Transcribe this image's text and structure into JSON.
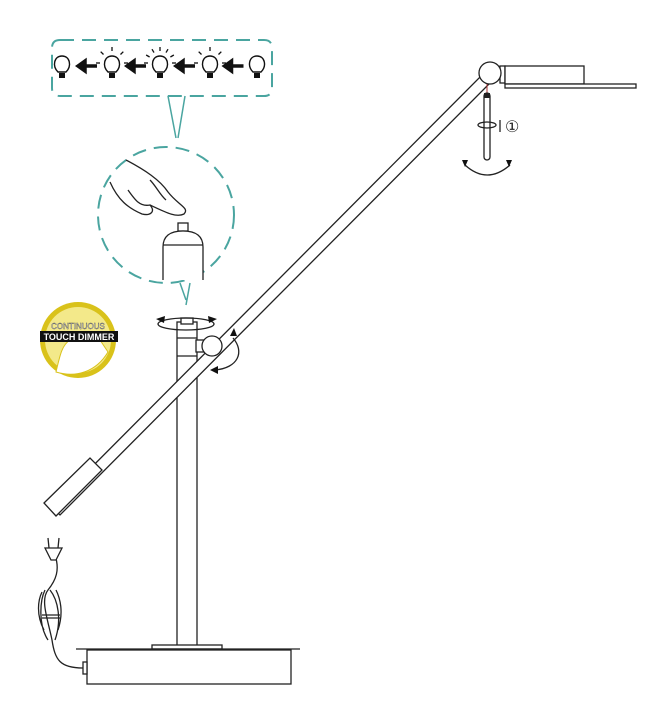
{
  "badge": {
    "line1": "CONTINUOUS",
    "line2": "TOUCH DIMMER",
    "color_outer": "#d9c21a",
    "color_inner": "#f3e98a"
  },
  "rotation_label": "①",
  "dimmer_steps": [
    "off",
    "low",
    "high",
    "low",
    "off"
  ],
  "accent_color": "#4aa5a0"
}
